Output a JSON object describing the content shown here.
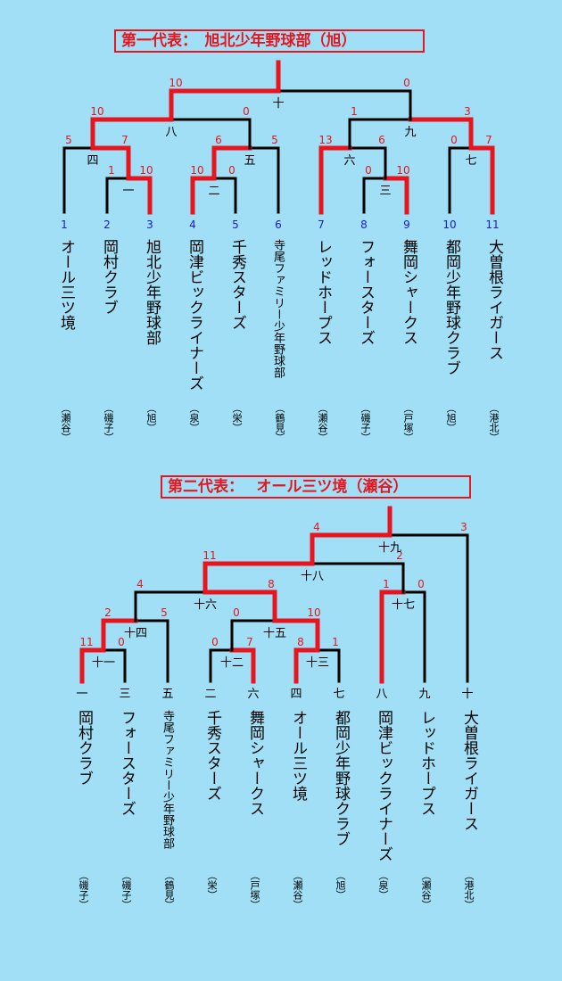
{
  "brackets": [
    {
      "title": "第一代表：　旭北少年野球部（旭）",
      "teams": [
        {
          "seed": "1",
          "name": "オール三ツ境",
          "region": "（瀬谷）"
        },
        {
          "seed": "2",
          "name": "岡村クラブ",
          "region": "（磯子）"
        },
        {
          "seed": "3",
          "name": "旭北少年野球部",
          "region": "（旭）"
        },
        {
          "seed": "4",
          "name": "岡津ビックライナーズ",
          "region": "（泉）"
        },
        {
          "seed": "5",
          "name": "千秀スターズ",
          "region": "（栄）"
        },
        {
          "seed": "6",
          "name": "寺尾ファミリー少年野球部",
          "region": "（鶴見）"
        },
        {
          "seed": "7",
          "name": "レッドホープス",
          "region": "（瀬谷）"
        },
        {
          "seed": "8",
          "name": "フォースターズ",
          "region": "（磯子）"
        },
        {
          "seed": "9",
          "name": "舞岡シャークス",
          "region": "（戸塚）"
        },
        {
          "seed": "10",
          "name": "都岡少年野球クラブ",
          "region": "（旭）"
        },
        {
          "seed": "11",
          "name": "大曽根ライガース",
          "region": "（港北）"
        }
      ],
      "matches": [
        {
          "id": "一",
          "left_score": "1",
          "right_score": "10"
        },
        {
          "id": "二",
          "left_score": "10",
          "right_score": "0"
        },
        {
          "id": "三",
          "left_score": "0",
          "right_score": "10"
        },
        {
          "id": "四",
          "left_score": "5",
          "right_score": "7"
        },
        {
          "id": "五",
          "left_score": "6",
          "right_score": "5"
        },
        {
          "id": "六",
          "left_score": "13",
          "right_score": "6"
        },
        {
          "id": "七",
          "left_score": "0",
          "right_score": "7"
        },
        {
          "id": "八",
          "left_score": "10",
          "right_score": "0"
        },
        {
          "id": "九",
          "left_score": "1",
          "right_score": "3"
        },
        {
          "id": "十",
          "left_score": "10",
          "right_score": "0"
        }
      ]
    },
    {
      "title": "第二代表：　 オール三ツ境（瀬谷）",
      "teams": [
        {
          "seed": "一",
          "name": "岡村クラブ",
          "region": "（磯子）"
        },
        {
          "seed": "三",
          "name": "フォースターズ",
          "region": "（磯子）"
        },
        {
          "seed": "五",
          "name": "寺尾ファミリー少年野球部",
          "region": "（鶴見）"
        },
        {
          "seed": "二",
          "name": "千秀スターズ",
          "region": "（栄）"
        },
        {
          "seed": "六",
          "name": "舞岡シャークス",
          "region": "（戸塚）"
        },
        {
          "seed": "四",
          "name": "オール三ツ境",
          "region": "（瀬谷）"
        },
        {
          "seed": "七",
          "name": "都岡少年野球クラブ",
          "region": "（旭）"
        },
        {
          "seed": "八",
          "name": "岡津ビックライナーズ",
          "region": "（泉）"
        },
        {
          "seed": "九",
          "name": "レッドホープス",
          "region": "（瀬谷）"
        },
        {
          "seed": "十",
          "name": "大曽根ライガース",
          "region": "（港北）"
        }
      ],
      "matches": [
        {
          "id": "十一",
          "left_score": "11",
          "right_score": "0"
        },
        {
          "id": "十二",
          "left_score": "0",
          "right_score": "7"
        },
        {
          "id": "十三",
          "left_score": "8",
          "right_score": "1"
        },
        {
          "id": "十四",
          "left_score": "2",
          "right_score": "5"
        },
        {
          "id": "十五",
          "left_score": "0",
          "right_score": "10"
        },
        {
          "id": "十六",
          "left_score": "4",
          "right_score": "8"
        },
        {
          "id": "十七",
          "left_score": "1",
          "right_score": "0"
        },
        {
          "id": "十八",
          "left_score": "11",
          "right_score": "2"
        },
        {
          "id": "十九",
          "left_score": "4",
          "right_score": "3"
        }
      ]
    }
  ],
  "colors": {
    "background": "#a0dff5",
    "winner_line": "#e8141e",
    "loser_line": "#000000",
    "score": "#e8141e",
    "seed_number": "#1a1adc",
    "match_label": "#000000"
  }
}
